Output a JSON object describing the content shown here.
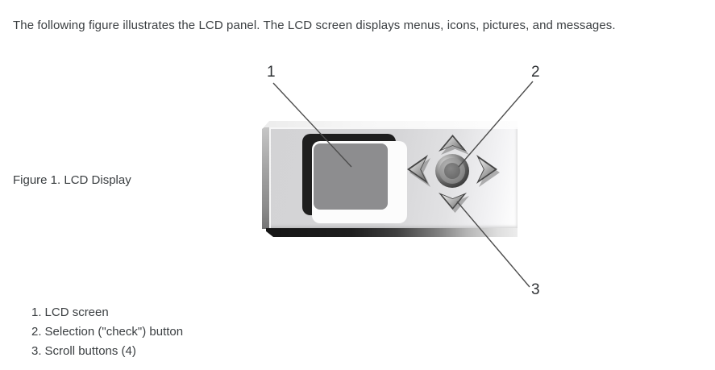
{
  "intro": "The following figure illustrates the LCD panel. The LCD screen displays menus, icons, pictures, and messages.",
  "figure": {
    "caption": "Figure 1. LCD Display",
    "callouts": [
      {
        "number": "1"
      },
      {
        "number": "2"
      },
      {
        "number": "3"
      }
    ],
    "colors": {
      "screen_gray": "#8d8d8f",
      "panel_gray": "#d5d5d7",
      "frame_black": "#1e1e1e",
      "bezel_white": "#fcfcfc"
    }
  },
  "legend": {
    "items": [
      {
        "number": "1.",
        "label": "LCD screen"
      },
      {
        "number": "2.",
        "label": "Selection (\"check\") button"
      },
      {
        "number": "3.",
        "label": "Scroll buttons (4)"
      }
    ]
  }
}
